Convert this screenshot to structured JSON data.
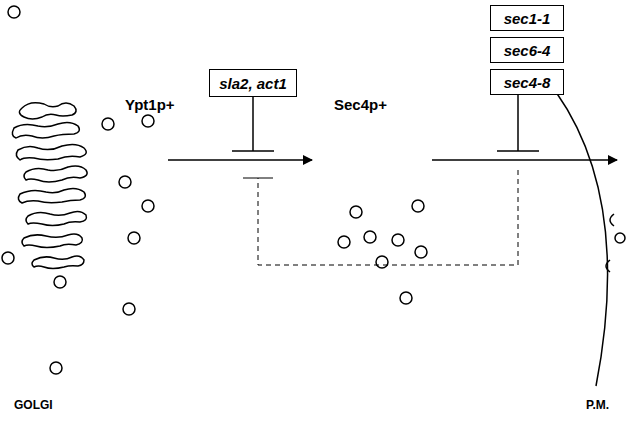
{
  "diagram": {
    "nodes": [
      {
        "text": [
          "sla2, act1"
        ]
      },
      {
        "text": [
          "sec1-1"
        ]
      },
      {
        "text": [
          "sec6-4"
        ]
      },
      {
        "text": [
          "sec4-8"
        ]
      }
    ],
    "labels": [
      "Ypt1p+",
      "Sec4p+",
      "GOLGI",
      "P.M."
    ]
  }
}
